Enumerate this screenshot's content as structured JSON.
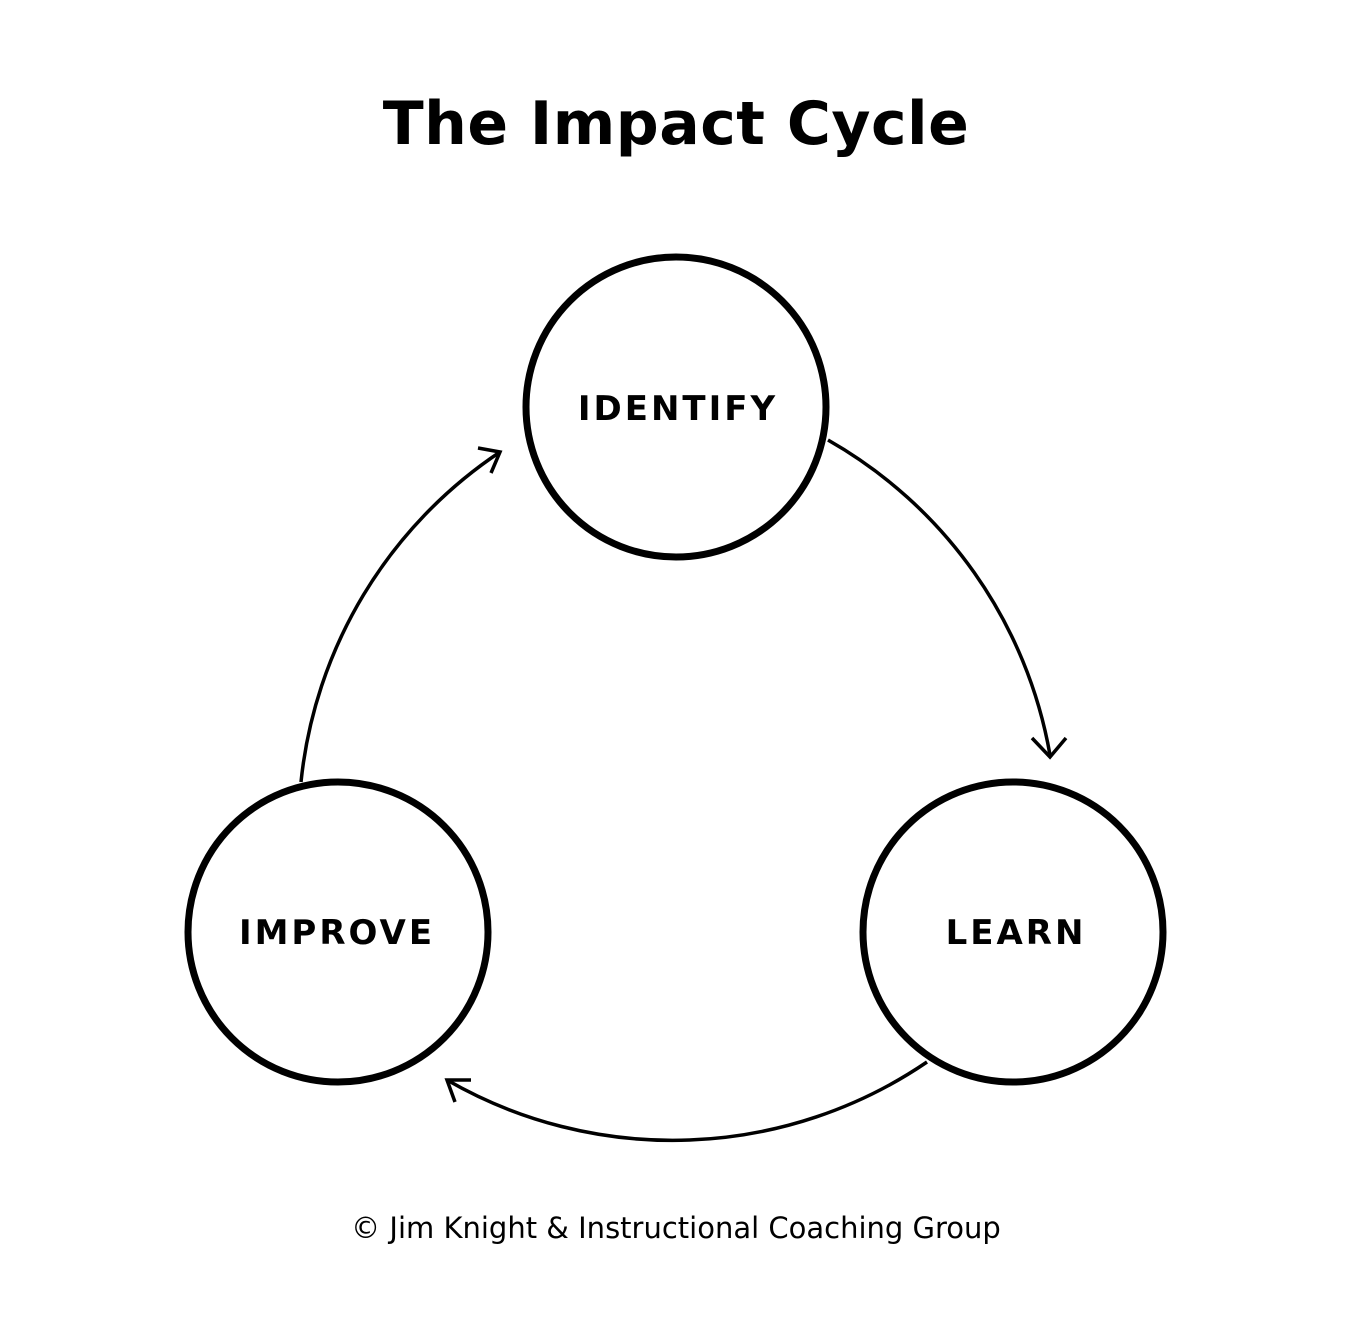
{
  "title": "The Impact Cycle",
  "nodes": {
    "identify": {
      "label": "IDENTIFY"
    },
    "learn": {
      "label": "LEARN"
    },
    "improve": {
      "label": "IMPROVE"
    }
  },
  "edges": [
    {
      "from": "IDENTIFY",
      "to": "LEARN"
    },
    {
      "from": "LEARN",
      "to": "IMPROVE"
    },
    {
      "from": "IMPROVE",
      "to": "IDENTIFY"
    }
  ],
  "copyright": "© Jim Knight & Instructional Coaching Group",
  "colors": {
    "stroke": "#000000",
    "background": "#ffffff"
  }
}
